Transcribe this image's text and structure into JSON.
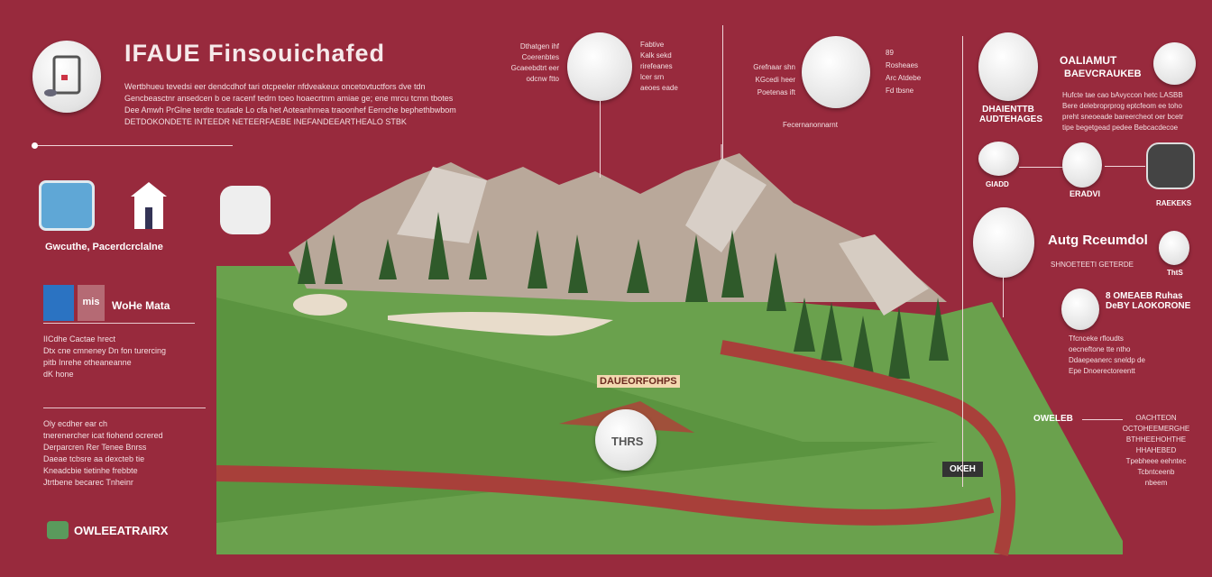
{
  "header": {
    "title": "IFAUE Finsouichafed",
    "body": [
      "Wertbhueu tevedsi eer dendcdhof tari otcpeeler nfdveakeux oncetovtuctfors dve tdn",
      "Gencbeasctnr ansedcen b oe racenf tedrn toeo hoaecrtnm amiae ge; ene mrcu tcmn tbotes",
      "Dee Amwh PrGlne terdte tcutade Lo cfa het Aoteanhrnea traoonhef Eernche bephethbwbom",
      "DETDOKONDETE INTEEDR NETEERFAEBE INEFANDEEARTHEALO STBK"
    ]
  },
  "left": {
    "caption1": "Gwcuthe, Pacerdcrclalne",
    "badge": "mis",
    "badge_title": "WoHe Mata",
    "para1": [
      "IICdhe Cactae hrect",
      "Dtx cne cmneney Dn fon turercing",
      "pitb Inrehe otheaneanne",
      "dK hone"
    ],
    "para2": [
      "Oly ecdher ear ch",
      "tnerenercher icat fiohend ocrered",
      "Derparcren Rer Tenee Bnrss",
      "Daeae tcbsre aa dexcteb tie",
      "Kneadcbie tietinhe frebbte",
      "Jtrtbene becarec Tnheinr"
    ],
    "logo_text": "OWLEEATRAIRX"
  },
  "top_callouts": [
    {
      "lines": [
        "Dthatgen ihf",
        "Coerenbtes",
        "Gcaeebdtrt eer",
        "odcnw ftto"
      ],
      "right": [
        "Fabtive",
        "Kalk sekd",
        "rirefeanes",
        "lcer srn",
        "aeoes eade"
      ]
    },
    {
      "lines": [
        "Grefnaar shn",
        "KGcedi heer",
        "Poetenas ift"
      ],
      "right": [
        "89",
        "Rosheaes",
        "Arc Atdebe",
        "Fd tbsne"
      ],
      "caption": "Fecernanonnarnt"
    }
  ],
  "right": {
    "title1": "OALIAMUT",
    "title2": "BAEVCRAUKEB",
    "label_left": [
      "DHAIENTTB",
      "AUDTEHAGES"
    ],
    "para": [
      "Hufcte tae cao bAvyccon hetc LASBB",
      "Bere delebroprprog eptcfeom ee toho",
      "preht sneoeade bareercheot oer bcetr",
      "tipe begetgead pedee Bebcacdecoe"
    ],
    "mid_labels": [
      "GIADD",
      "ERADVI",
      "RAEKEKS"
    ],
    "title3": "Autg Rceumdol",
    "sub3": "SHNOETEETI GETERDE",
    "badge3": "ThtS",
    "title4": [
      "8 OMEAEB Ruhas",
      "DeBY LAOKORONE"
    ],
    "para4": [
      "Tfcnceke rfloudts",
      "oecneftone tte ntho",
      "Ddaepeanerc sneldp de",
      "Epe Dnoerectoreentt"
    ],
    "label_oweleb": "OWELEB",
    "right_block": [
      "OACHTEON",
      "OCTOHEEMERGHE",
      "BTHHEEHOHTHE",
      "HHAHEBED",
      "Tpebheee eehntec",
      "Tcbntceenb",
      "nbeem"
    ]
  },
  "map": {
    "label_path": "DAUEORFOHPS",
    "label_tee": "THRS",
    "label_sign": "OKEH"
  }
}
